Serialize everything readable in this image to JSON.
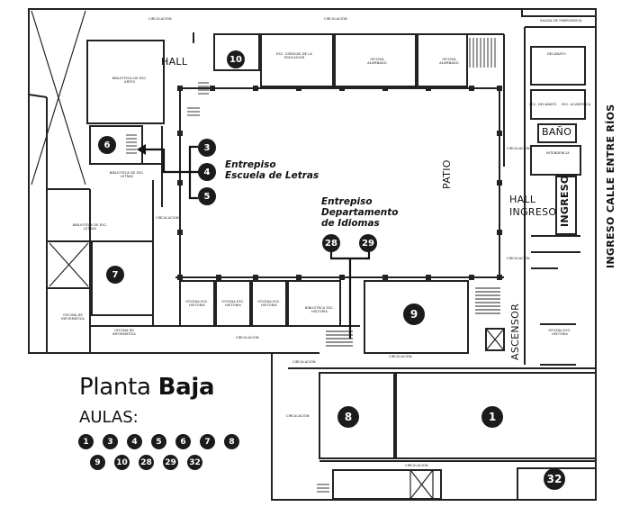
{
  "title": {
    "regular": "Planta",
    "bold": "Baja"
  },
  "aulas_heading": "AULAS:",
  "aulas_legend": [
    "1",
    "3",
    "4",
    "5",
    "6",
    "7",
    "8",
    "9",
    "10",
    "28",
    "29",
    "32"
  ],
  "room_badges": [
    "10",
    "6",
    "3",
    "4",
    "5",
    "7",
    "28",
    "29",
    "9",
    "8",
    "1",
    "32"
  ],
  "entrepiso_letras": [
    "Entrepiso",
    "Escuela de Letras"
  ],
  "entrepiso_idiomas": [
    "Entrepiso",
    "Departamento",
    "de Idiomas"
  ],
  "labels": {
    "hall": "HALL",
    "patio": "PATIO",
    "hall_ingreso": [
      "HALL",
      "INGRESO"
    ],
    "ingreso": "INGRESO",
    "bano": "BAÑO",
    "ascensor": "ASCENSOR",
    "ingreso_calle": "INGRESO CALLE ENTRE RÍOS"
  },
  "small_labels": {
    "circulacion": "CIRCULACIÓN",
    "salida_emergencia": "SALIDA DE EMERGENCIA",
    "decanato": "DECANATO",
    "sec_decanato": "SEC. DECANATO",
    "sec_academica": "SEC. ACADÉMICA",
    "biblioteca_esc_artes": "BIBLIOTECA DE ESC. ARTES",
    "biblioteca_esc_letras": "BIBLIOTECA DE ESC. LETRAS",
    "biblioteca_esc_historia": "BIBLIOTECA ESC. HISTORIA",
    "oficina_informatica": "OFICINA DE INFORMÁTICA",
    "esc_ciencias_educacion": "ESC. CIENCIAS DE LA EDUCACIÓN",
    "oficina_alumnado": "OFICINA ALUMNADO",
    "oficina_esc_historia": "OFICINA ESC. HISTORIA",
    "intendencia": "INTENDENCIA"
  }
}
